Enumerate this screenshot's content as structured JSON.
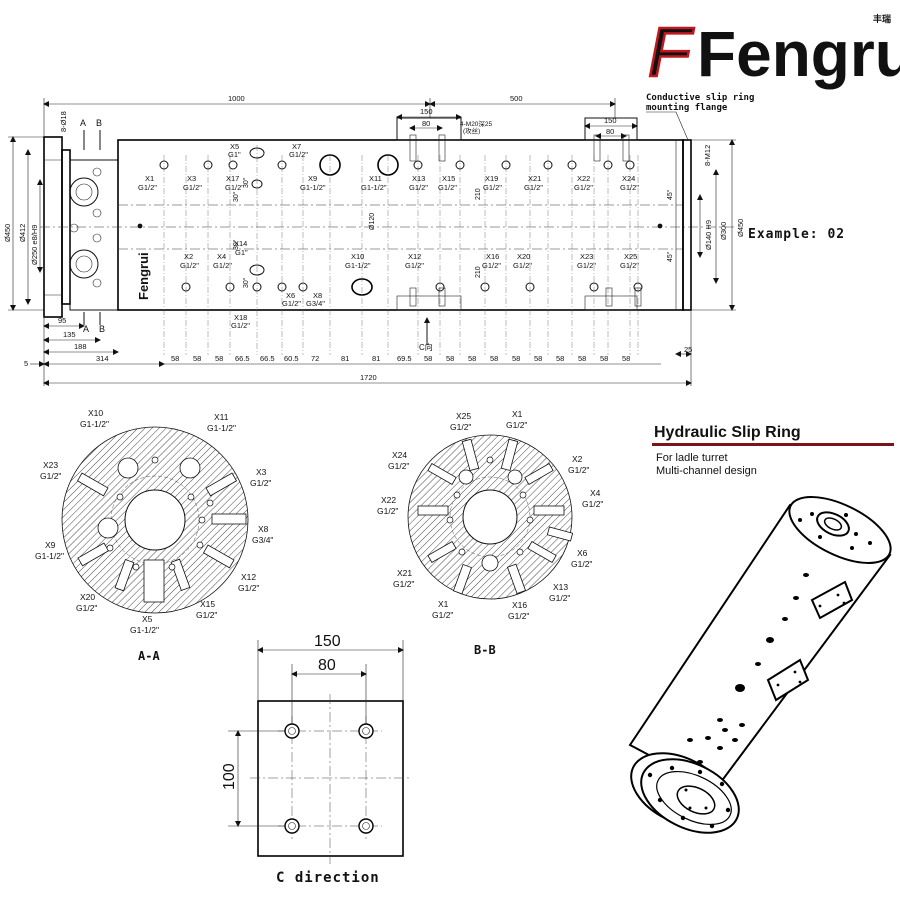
{
  "brand": {
    "name": "Fengrui",
    "cn_name": "丰瑞",
    "accent": "#c0181e"
  },
  "main_drawing": {
    "dims_top": {
      "d1000": "1000",
      "d500": "500",
      "d150a": "150",
      "d80a": "80",
      "d150b": "150",
      "d80b": "80",
      "thread": "4-M20深25",
      "thread_sub": "(攻丝)",
      "bolt_left": "8-Ø18",
      "bolt_right": "8-M12"
    },
    "section_labels": {
      "a": "A",
      "b": "B"
    },
    "left_dims": {
      "d450": "Ø450",
      "d412": "Ø412",
      "d250": "Ø250 e8/H9"
    },
    "right_dims": {
      "d140": "Ø140 H9",
      "d300": "Ø300",
      "d450": "Ø450"
    },
    "center_dim": "Ø120",
    "angles": {
      "a30": "30°",
      "a45": "45°"
    },
    "vdims": {
      "d210": "210"
    },
    "bottom_dims_a": {
      "d95": "95",
      "d135": "135",
      "d188": "188",
      "d5": "5",
      "d314": "314",
      "d25": "25"
    },
    "bottom_chain": [
      "58",
      "58",
      "58",
      "66.5",
      "66.5",
      "60.5",
      "72",
      "81",
      "81",
      "69.5",
      "58",
      "58",
      "58",
      "58",
      "58",
      "58",
      "58",
      "58",
      "58",
      "58"
    ],
    "total": "1720",
    "c_dir": "C向",
    "body_text": "Fengrui",
    "ports_top": [
      {
        "name": "X1",
        "size": "G1/2\""
      },
      {
        "name": "X3",
        "size": "G1/2\""
      },
      {
        "name": "X17",
        "size": "G1/2\""
      },
      {
        "name": "X5",
        "size": "G1\""
      },
      {
        "name": "X7",
        "size": "G1/2\""
      },
      {
        "name": "X9",
        "size": "G1-1/2\""
      },
      {
        "name": "X11",
        "size": "G1-1/2\""
      },
      {
        "name": "X13",
        "size": "G1/2\""
      },
      {
        "name": "X15",
        "size": "G1/2\""
      },
      {
        "name": "X19",
        "size": "G1/2\""
      },
      {
        "name": "X21",
        "size": "G1/2\""
      },
      {
        "name": "X22",
        "size": "G1/2\""
      },
      {
        "name": "X24",
        "size": "G1/2\""
      }
    ],
    "ports_bottom": [
      {
        "name": "X2",
        "size": "G1/2\""
      },
      {
        "name": "X4",
        "size": "G1/2\""
      },
      {
        "name": "X14",
        "size": "G1\""
      },
      {
        "name": "X18",
        "size": "G1/2\""
      },
      {
        "name": "X6",
        "size": "G1/2\""
      },
      {
        "name": "X8",
        "size": "G3/4\""
      },
      {
        "name": "X10",
        "size": "G1-1/2\""
      },
      {
        "name": "X12",
        "size": "G1/2\""
      },
      {
        "name": "X16",
        "size": "G1/2\""
      },
      {
        "name": "X20",
        "size": "G1/2\""
      },
      {
        "name": "X23",
        "size": "G1/2\""
      },
      {
        "name": "X25",
        "size": "G1/2\""
      }
    ]
  },
  "callout": {
    "line1": "Conductive slip ring",
    "line2": "mounting flange"
  },
  "example": "Example: 02",
  "section_aa": {
    "title": "A-A",
    "ports": [
      {
        "name": "X10",
        "size": "G1-1/2\""
      },
      {
        "name": "X11",
        "size": "G1-1/2\""
      },
      {
        "name": "X23",
        "size": "G1/2\""
      },
      {
        "name": "X3",
        "size": "G1/2\""
      },
      {
        "name": "X8",
        "size": "G3/4\""
      },
      {
        "name": "X9",
        "size": "G1-1/2\""
      },
      {
        "name": "X12",
        "size": "G1/2\""
      },
      {
        "name": "X20",
        "size": "G1/2\""
      },
      {
        "name": "X15",
        "size": "G1/2\""
      },
      {
        "name": "X5",
        "size": "G1-1/2\""
      }
    ]
  },
  "section_bb": {
    "title": "B-B",
    "ports": [
      {
        "name": "X25",
        "size": "G1/2\""
      },
      {
        "name": "X1",
        "size": "G1/2\""
      },
      {
        "name": "X24",
        "size": "G1/2\""
      },
      {
        "name": "X2",
        "size": "G1/2\""
      },
      {
        "name": "X4",
        "size": "G1/2\""
      },
      {
        "name": "X22",
        "size": "G1/2\""
      },
      {
        "name": "X6",
        "size": "G1/2\""
      },
      {
        "name": "X21",
        "size": "G1/2\""
      },
      {
        "name": "X13",
        "size": "G1/2\""
      },
      {
        "name": "X1",
        "size": "G1/2\""
      },
      {
        "name": "X16",
        "size": "G1/2\""
      }
    ]
  },
  "c_view": {
    "title": "C direction",
    "dim150": "150",
    "dim80": "80",
    "dim100": "100"
  },
  "product": {
    "title": "Hydraulic Slip Ring",
    "line1": "For ladle turret",
    "line2": "Multi-channel design",
    "rule_color": "#7a1418"
  }
}
